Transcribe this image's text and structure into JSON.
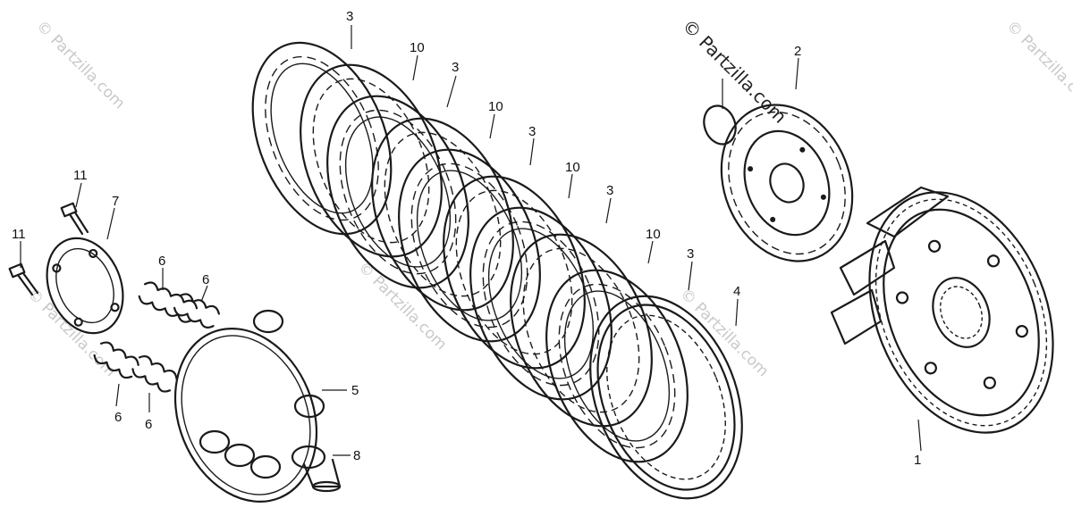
{
  "watermark": {
    "text": "© Partzilla.com",
    "color_light": "#c9c9c9",
    "color_dark": "#222222"
  },
  "callouts": {
    "c3a": "3",
    "c10a": "10",
    "c3b": "3",
    "c10b": "10",
    "c3c": "3",
    "c10c": "10",
    "c3d": "3",
    "c10d": "10",
    "c3e": "3",
    "c4": "4",
    "c2": "2",
    "c1": "1",
    "c11a": "11",
    "c11b": "11",
    "c7": "7",
    "c6a": "6",
    "c6b": "6",
    "c6c": "6",
    "c6d": "6",
    "c5": "5",
    "c8": "8"
  },
  "colors": {
    "line": "#1a1a1a",
    "background": "#ffffff"
  }
}
